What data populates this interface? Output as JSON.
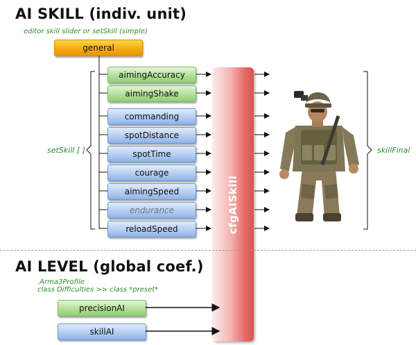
{
  "top": {
    "title": "AI SKILL (indiv. unit)",
    "subtitle": "editor skill slider or setSkill (simple)",
    "general_label": "general"
  },
  "skills": [
    {
      "label": "aimingAccuracy",
      "color": "green"
    },
    {
      "label": "aimingShake",
      "color": "green"
    },
    {
      "label": "commanding",
      "color": "blue"
    },
    {
      "label": "spotDistance",
      "color": "blue"
    },
    {
      "label": "spotTime",
      "color": "blue"
    },
    {
      "label": "courage",
      "color": "blue"
    },
    {
      "label": "aimingSpeed",
      "color": "blue"
    },
    {
      "label": "endurance",
      "color": "blue",
      "greyed": true
    },
    {
      "label": "reloadSpeed",
      "color": "blue"
    }
  ],
  "left_brace_label": "setSkill [ ]",
  "right_brace_label": "skillFinal",
  "bar_label": "cfgAISkill",
  "bottom": {
    "title": "AI LEVEL (global coef.)",
    "note_line1": ".Arma3Profile",
    "note_line2": "class Difficulties >> class *preset*",
    "precision_label": "precisionAI",
    "skill_label": "skillAI"
  },
  "colors": {
    "orange": "#f5a90e",
    "green": "#a5d98b",
    "blue": "#a8c5ef",
    "bar": "#e66864",
    "note_text": "#2f8a2f"
  },
  "figure_icon": "soldier-figure"
}
